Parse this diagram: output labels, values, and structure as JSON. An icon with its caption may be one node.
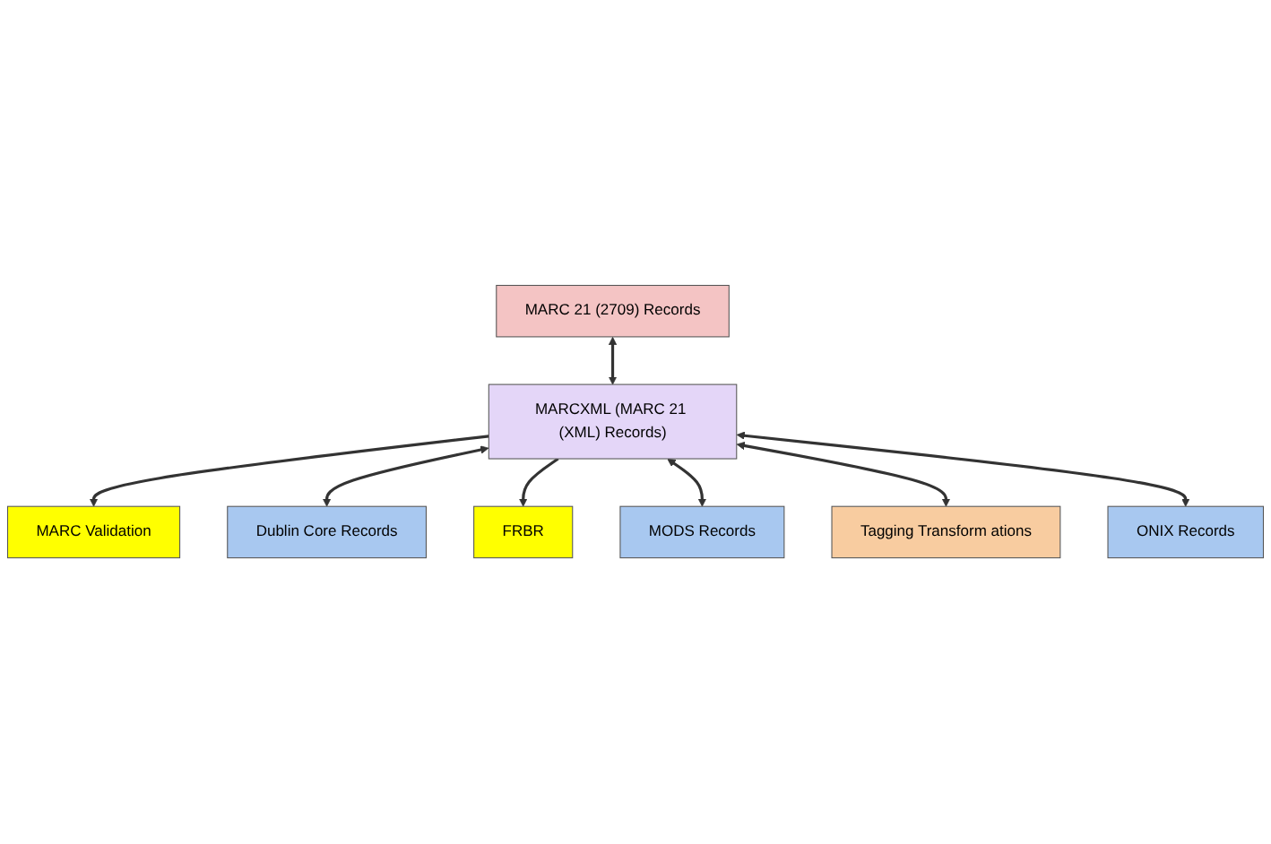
{
  "diagram": {
    "nodes": [
      {
        "text": [
          "MARC 21 (2709) Records"
        ]
      },
      {
        "text": [
          "MARCXML (MARC 21 (XML) Records)"
        ]
      },
      {
        "text": [
          "MARC Validation"
        ]
      },
      {
        "text": [
          "Dublin Core Records"
        ]
      },
      {
        "text": [
          "FRBR"
        ]
      },
      {
        "text": [
          "MODS Records"
        ]
      },
      {
        "text": [
          "Tagging Transform ations"
        ]
      },
      {
        "text": [
          "ONIX Records"
        ]
      }
    ],
    "edges": [
      {
        "from": 0,
        "to": 1,
        "arrow": "both"
      },
      {
        "from": 1,
        "to": 2,
        "arrow": "to"
      },
      {
        "from": 1,
        "to": 3,
        "arrow": "both"
      },
      {
        "from": 1,
        "to": 4,
        "arrow": "to"
      },
      {
        "from": 1,
        "to": 5,
        "arrow": "both"
      },
      {
        "from": 1,
        "to": 6,
        "arrow": "both"
      },
      {
        "from": 1,
        "to": 7,
        "arrow": "both"
      }
    ]
  }
}
